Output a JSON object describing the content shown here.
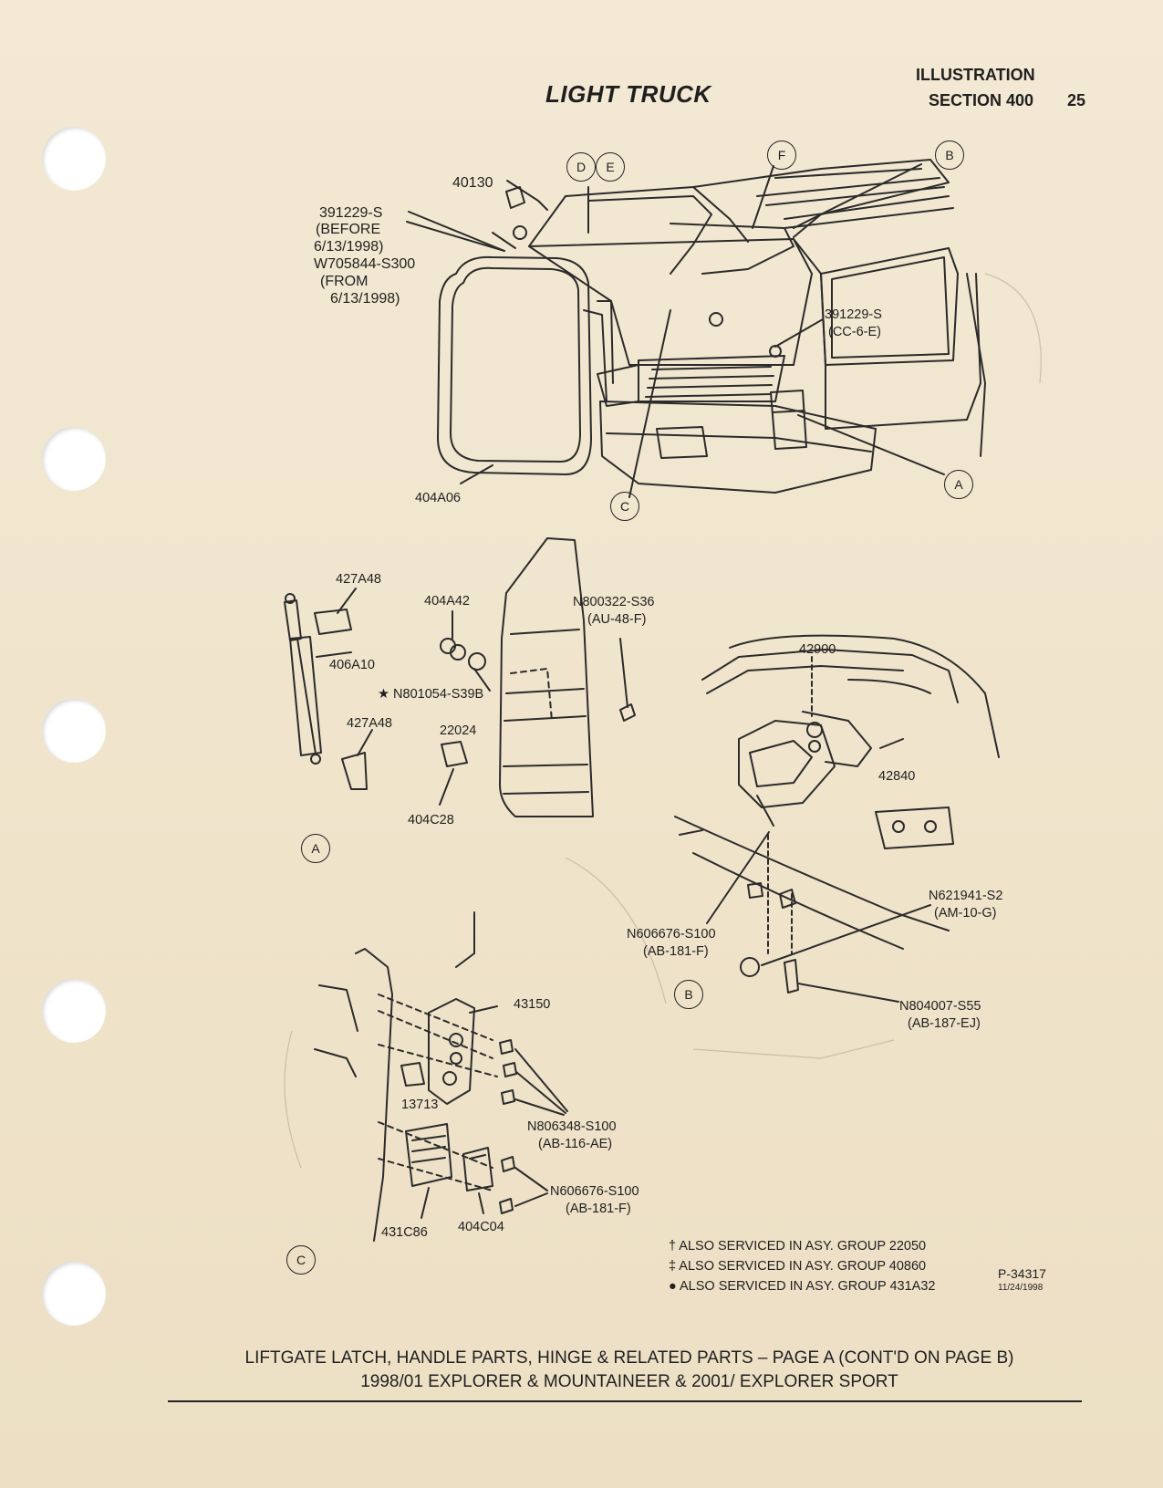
{
  "header": {
    "title": "LIGHT TRUCK",
    "illustration": "ILLUSTRATION",
    "section": "SECTION 400",
    "page_number": "25"
  },
  "callouts": [
    "D",
    "E",
    "F",
    "B",
    "A",
    "C",
    "A",
    "B",
    "C"
  ],
  "parts": {
    "p40130": "40130",
    "p391229_before_1": "391229-S",
    "p391229_before_2": "(BEFORE",
    "p391229_before_3": "6/13/1998)",
    "pW705844_1": "W705844-S300",
    "pW705844_2": "(FROM",
    "pW705844_3": "6/13/1998)",
    "p391229_cc_1": "391229-S",
    "p391229_cc_2": "(CC-6-E)",
    "p404A06": "404A06",
    "p427A48_top": "427A48",
    "p404A42": "404A42",
    "p406A10": "406A10",
    "pN801054": "★ N801054-S39B",
    "p427A48_bot": "427A48",
    "p22024": "22024",
    "p404C28": "404C28",
    "pN800322_1": "N800322-S36",
    "pN800322_2": "(AU-48-F)",
    "p42900": "42900",
    "p42840": "42840",
    "pN621941_1": "N621941-S2",
    "pN621941_2": "(AM-10-G)",
    "pN606676_b_1": "N606676-S100",
    "pN606676_b_2": "(AB-181-F)",
    "pN804007_1": "N804007-S55",
    "pN804007_2": "(AB-187-EJ)",
    "p43150": "43150",
    "p13713": "13713",
    "pN806348_1": "N806348-S100",
    "pN806348_2": "(AB-116-AE)",
    "pN606676_c_1": "N606676-S100",
    "pN606676_c_2": "(AB-181-F)",
    "p431C86": "431C86",
    "p404C04": "404C04"
  },
  "notes": [
    "† ALSO SERVICED IN ASY. GROUP 22050",
    "‡ ALSO SERVICED IN ASY. GROUP 40860",
    "● ALSO SERVICED IN ASY. GROUP 431A32"
  ],
  "reference": {
    "number": "P-34317",
    "date": "11/24/1998"
  },
  "footer": {
    "line1": "LIFTGATE LATCH, HANDLE PARTS, HINGE & RELATED PARTS – PAGE A (CONT'D ON PAGE B)",
    "line2": "1998/01 EXPLORER & MOUNTAINEER & 2001/ EXPLORER SPORT"
  }
}
